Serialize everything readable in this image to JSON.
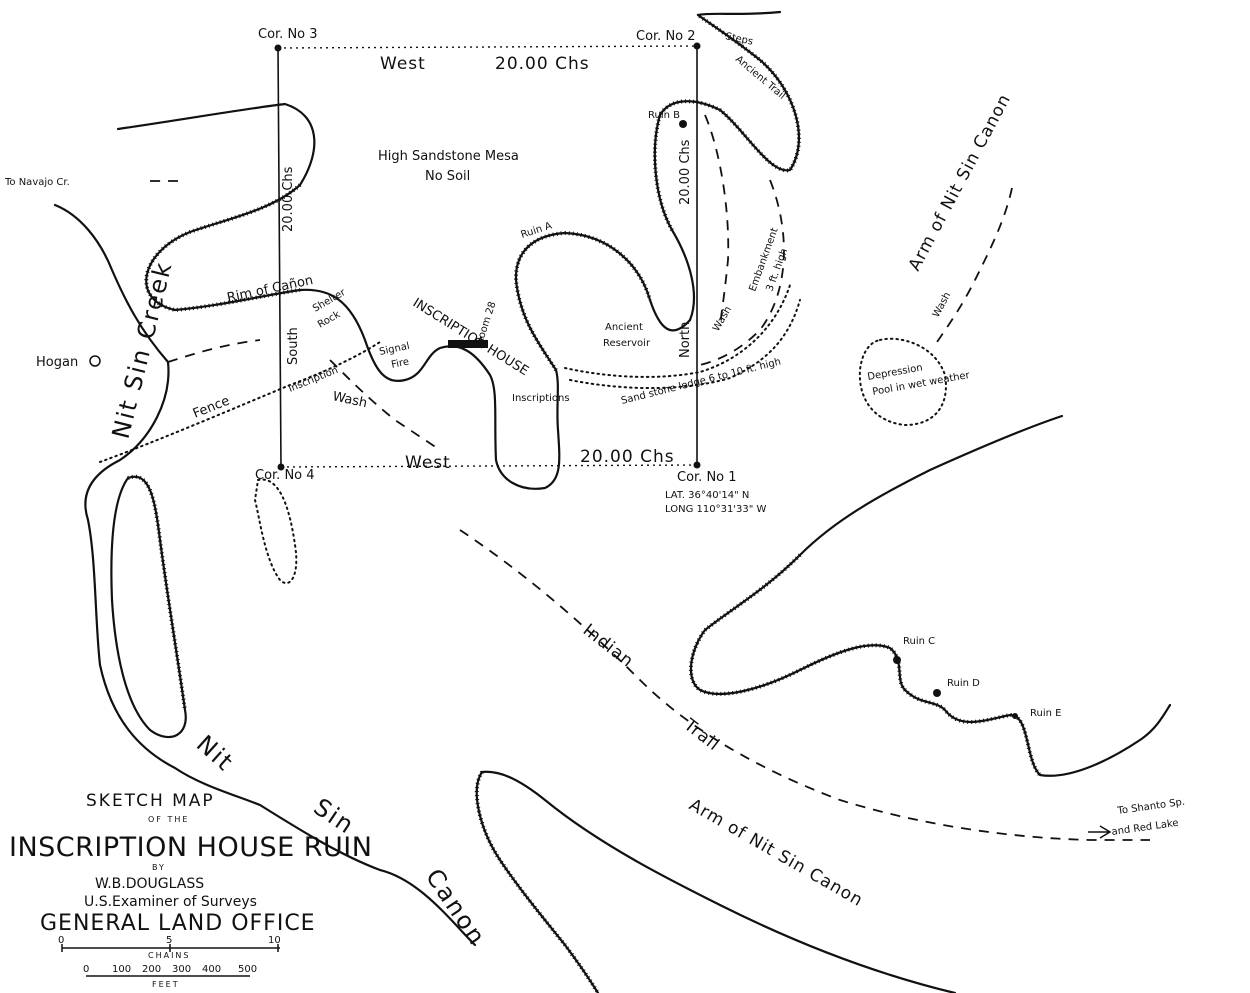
{
  "title_block": {
    "line1": "SKETCH MAP",
    "line2": "OF THE",
    "line3": "INSCRIPTION HOUSE RUIN",
    "line4": "BY",
    "line5": "W.B.DOUGLASS",
    "line6": "U.S.Examiner of Surveys",
    "line7": "GENERAL LAND OFFICE"
  },
  "scale_bar": {
    "chains_label": "CHAINS",
    "chains_ticks": [
      "0",
      "5",
      "10"
    ],
    "feet_label": "FEET",
    "feet_ticks": [
      "0",
      "100",
      "200",
      "300",
      "400",
      "500"
    ]
  },
  "corners": {
    "c1": "Cor. No 1",
    "c2": "Cor. No 2",
    "c3": "Cor. No 3",
    "c4": "Cor. No 4"
  },
  "survey_lines": {
    "top_dir": "West",
    "top_dist": "20.00 Chs",
    "bottom_dir": "West",
    "bottom_dist": "20.00 Chs",
    "left_dist": "20.00 Chs",
    "left_dir": "South",
    "right_dist": "20.00 Chs",
    "right_dir": "North"
  },
  "coordinates": {
    "lat": "LAT. 36°40'14\" N",
    "long": "LONG 110°31'33\" W"
  },
  "labels": {
    "mesa1": "High Sandstone Mesa",
    "mesa2": "No Soil",
    "to_navajo": "To Navajo Cr.",
    "hogan": "Hogan",
    "rim": "Rim of Cañon",
    "shelter1": "Shelter",
    "shelter2": "Rock",
    "inscription_house": "INSCRIPTION HOUSE",
    "room28": "Room 28",
    "signal1": "Signal",
    "signal2": "Fire",
    "inscription": "Inscription",
    "inscriptions": "Inscriptions",
    "wash": "Wash",
    "fence": "Fence",
    "ruin_a": "Ruin A",
    "ruin_b": "Ruin B",
    "ruin_c": "Ruin C",
    "ruin_d": "Ruin D",
    "ruin_e": "Ruin E",
    "steps": "Steps",
    "ancient_trail": "Ancient Trail",
    "ancient_reservoir1": "Ancient",
    "ancient_reservoir2": "Reservoir",
    "wash2": "Wash",
    "sandstone_ledge": "Sand stone ledge 6 to 10 ft. high",
    "embankment1": "Embankment",
    "embankment2": "3 ft. high",
    "arm_upper": "Arm of Nit Sin Canon",
    "wash3": "Wash",
    "depression1": "Depression",
    "depression2": "Pool in wet weather",
    "indian_trail1": "Indian",
    "indian_trail2": "Trail",
    "arm_lower": "Arm of Nit Sin Canon",
    "to_shanto1": "To Shanto Sp.",
    "to_shanto2": "and Red Lake",
    "nit_sin_creek": "Nit Sin Creek",
    "nit_sin_canon_1": "Nit",
    "nit_sin_canon_2": "Sin",
    "nit_sin_canon_3": "Canon"
  }
}
